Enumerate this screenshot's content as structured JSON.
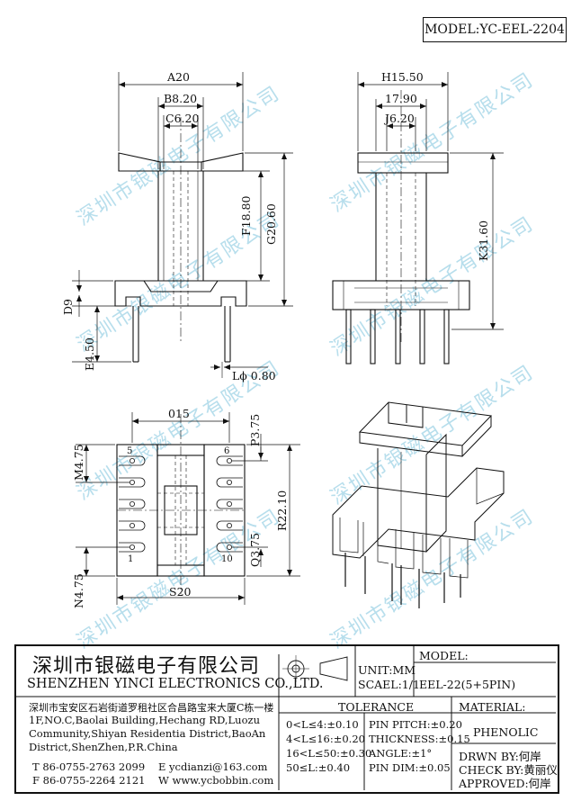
{
  "header": {
    "model": "MODEL:YC-EEL-2204"
  },
  "watermark": "深圳市银磁电子有限公司",
  "dimensions": {
    "a20": "A20",
    "b820": "B8.20",
    "c620": "C6.20",
    "f1880": "F18.80",
    "g2060": "G20.60",
    "d9": "D9",
    "e450": "E4.50",
    "l080": "Lϕ 0.80",
    "h1550": "H15.50",
    "d1790": "17.90",
    "j620": "J6.20",
    "k3160": "K31.60",
    "o15": "015",
    "p375": "P3.75",
    "m475_top": "M4.75",
    "n475": "N4.75",
    "r2210": "R22.10",
    "q375": "Q3.75",
    "s20": "S20",
    "pin5": "5",
    "pin6": "6",
    "pin1": "1",
    "pin10": "10"
  },
  "title_block": {
    "company_cn": "深圳市银磁电子有限公司",
    "company_en": "SHENZHEN YINCI ELECTRONICS CO.,LTD.",
    "unit": "UNIT:MM",
    "scale": "SCAEL:1/1",
    "model_label": "MODEL:",
    "model_value": "EEL-22(5+5PIN)",
    "address_cn": "深圳市宝安区石岩街道罗租社区合昌路宝来大厦C栋一楼",
    "address_en": [
      "1F,NO.C,Baolai Building,Hechang RD,Luozu",
      "Community,Shiyan Residentia District,BaoAn",
      "District,ShenZhen,P.R.China"
    ],
    "tel": "T  86-0755-2763 2099",
    "fax": "F  86-0755-2264 2121",
    "email": "E  ycdianzi@163.com",
    "web": "W  www.ycbobbin.com",
    "tolerance_title": "TOLERANCE",
    "tolerances": [
      "0<L≤4:±0.10",
      "4<L≤16:±0.20",
      "16<L≤50:±0.30",
      "50≤L:±0.40"
    ],
    "specs": [
      "PIN PITCH:±0.20",
      "THICKNESS:±0.15",
      "ANGLE:±1°",
      "PIN DIM:±0.05"
    ],
    "material_label": "MATERIAL:",
    "material_value": "PHENOLIC",
    "drawn": "DRWN BY:何岸",
    "check": "CHECK BY:黄丽仪",
    "approved": "APPROVED:何岸"
  }
}
